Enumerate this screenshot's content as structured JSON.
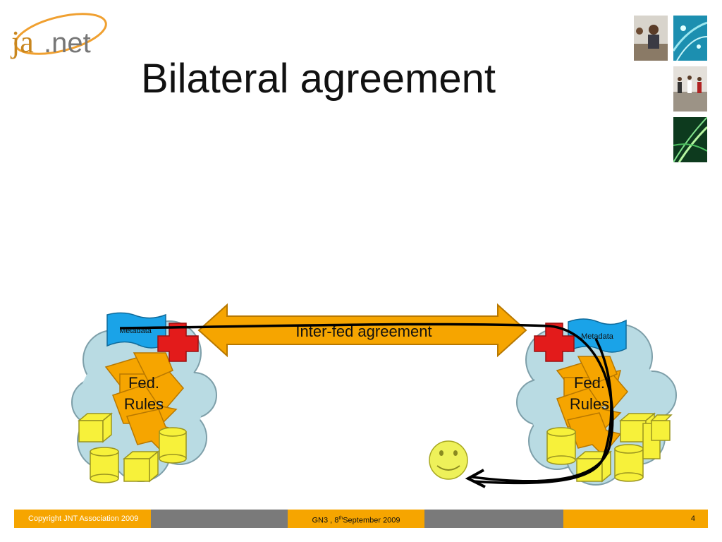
{
  "header": {
    "logo_text_left": "ja",
    "logo_text_right": ".net",
    "title": "Bilateral agreement"
  },
  "diagram": {
    "arrow_label": "Inter-fed agreement",
    "left_fed": {
      "metadata_label": "Metadata",
      "rules_line1": "Fed.",
      "rules_line2": "Rules"
    },
    "right_fed": {
      "metadata_label": "Metadata",
      "rules_line1": "Fed.",
      "rules_line2": "Rules"
    }
  },
  "footer": {
    "copyright": "Copyright JNT Association 2009",
    "event_prefix": "GN3 , 8",
    "event_sup": "th",
    "event_suffix": "September 2009",
    "page_number": "4"
  },
  "colors": {
    "orange": "#f6a500",
    "cloud": "#b9dbe3",
    "metadata_blue": "#1aa3e8",
    "cross_red": "#e31b1b",
    "cylinder_yellow": "#f7f13a"
  }
}
